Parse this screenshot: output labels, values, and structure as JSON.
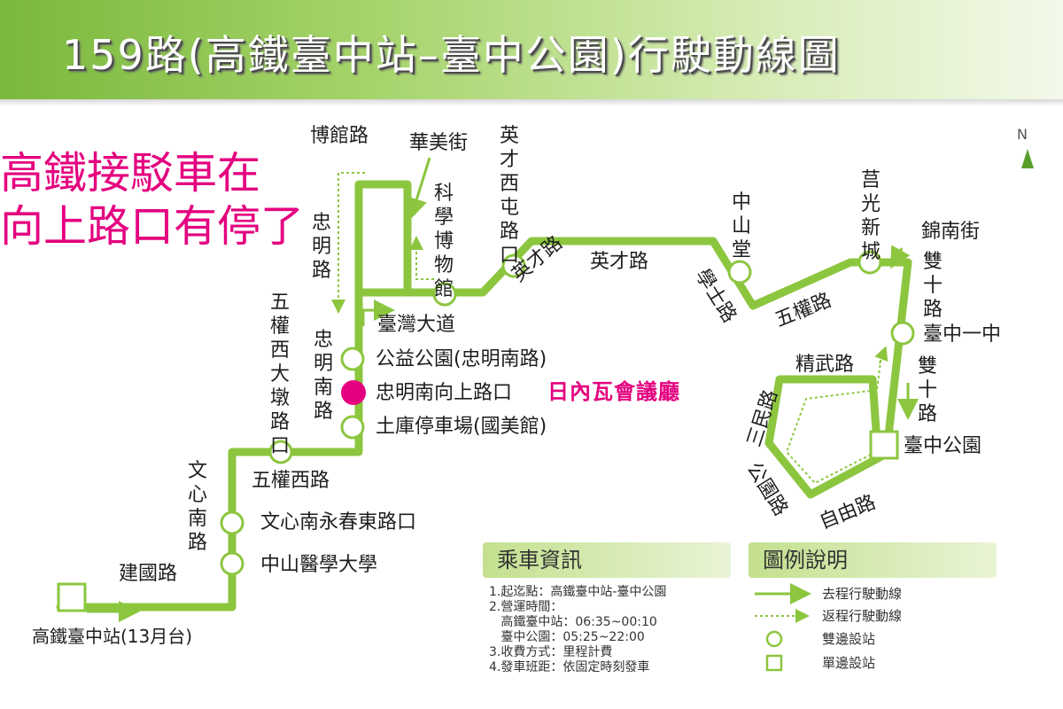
{
  "title": "159路(高鐵臺中站–臺中公園)行駛動線圖",
  "note": [
    "高鐵接駁車在",
    "向上路口有停了"
  ],
  "north": "N",
  "roads": {
    "boguan": "博館路",
    "huamei": "華美街",
    "science_museum": "科學博物館",
    "yingcai_xitun": "英才西屯路口",
    "zhongming": "忠明路",
    "taiwan_blvd": "臺灣大道",
    "yingcai1": "英才路",
    "yingcai2": "英才路",
    "zhongshantang": "中山堂",
    "xueshi": "學士路",
    "juguang": "莒光新城",
    "jinnan": "錦南街",
    "wuquan": "五權路",
    "shuangshi1": "雙十路",
    "taizhong_yizhong": "臺中一中",
    "shuangshi2": "雙十路",
    "jingwu": "精武路",
    "sanmin": "三民路",
    "taizhong_park": "臺中公園",
    "park_road": "公園路",
    "ziyou": "自由路",
    "wuquan_xi_da_dun": "五權西大墩路口",
    "zhongming_nan": "忠明南路",
    "gongyi_park": "公益公園(忠明南路)",
    "xiangshang": "忠明南向上路口",
    "tuku": "土庫停車場(國美館)",
    "wuquan_west": "五權西路",
    "wenxin_nan": "文心南路",
    "wenxin_yongchun": "文心南永春東路口",
    "csmu": "中山醫學大學",
    "jianguo": "建國路",
    "hsr_station": "高鐵臺中站(13月台)"
  },
  "highlight_label": "日內瓦會議廳",
  "info_panel": {
    "heading": "乘車資訊",
    "lines": [
      "1.起迄點：高鐵臺中站-臺中公園",
      "2.營運時間：",
      "   高鐵臺中站：06:35~00:10",
      "   臺中公園：05:25~22:00",
      "3.收費方式：里程計費",
      "4.發車班距：依固定時刻發車"
    ]
  },
  "legend_panel": {
    "heading": "圖例說明",
    "items": [
      {
        "icon": "solid-arrow-icon",
        "label": "去程行駛動線"
      },
      {
        "icon": "dotted-arrow-icon",
        "label": "返程行駛動線"
      },
      {
        "icon": "circle-icon",
        "label": "雙邊設站"
      },
      {
        "icon": "square-icon",
        "label": "單邊設站"
      }
    ]
  },
  "colors": {
    "route": "#8cc63f",
    "highlight_stop": "#e4007f",
    "note_text": "#e4007f",
    "banner": "#7ab83c"
  }
}
